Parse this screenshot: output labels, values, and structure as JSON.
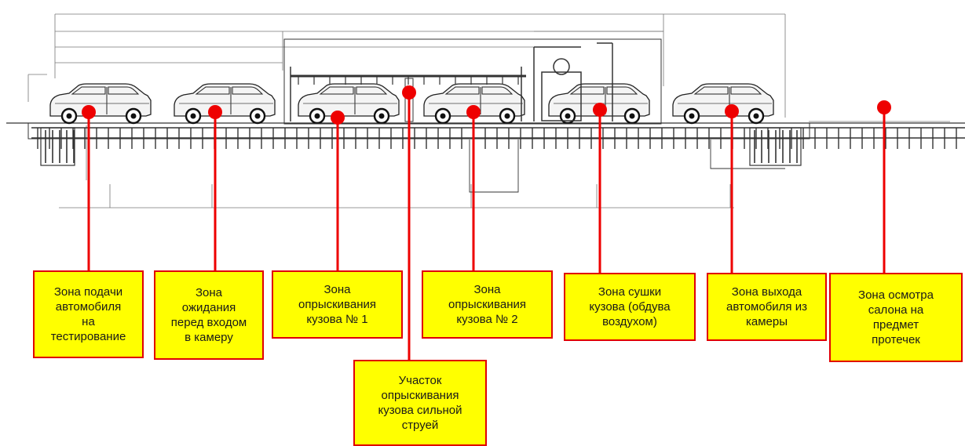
{
  "colors": {
    "drawing_line": "#333333",
    "dimension_line": "#777777",
    "marker": "#ee0000",
    "label_fill": "#ffff00",
    "label_border": "#e00000"
  },
  "zones": [
    {
      "id": "feed",
      "label": "Зона подачи\nавтомобиля\nна\nтестирование"
    },
    {
      "id": "wait",
      "label": "Зона\nожидания\nперед входом\nв камеру"
    },
    {
      "id": "spray1",
      "label": "Зона\nопрыскивания\nкузова № 1"
    },
    {
      "id": "jet",
      "label": "Участок\nопрыскивания\nкузова сильной\nструей"
    },
    {
      "id": "spray2",
      "label": "Зона\nопрыскивания\nкузова № 2"
    },
    {
      "id": "dry",
      "label": "Зона сушки\nкузова (обдува\nвоздухом)"
    },
    {
      "id": "exit",
      "label": "Зона выхода\nавтомобиля из\nкамеры"
    },
    {
      "id": "inspect",
      "label": "Зона осмотра\nсалона на\nпредмет\nпротечек"
    }
  ]
}
